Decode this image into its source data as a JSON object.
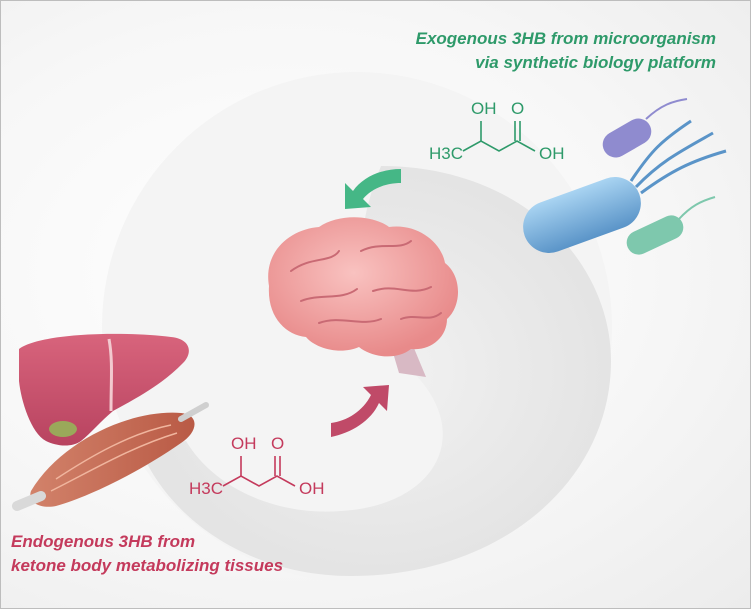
{
  "exogenous": {
    "line1": "Exogenous 3HB from microorganism",
    "line2": "via synthetic biology platform",
    "color": "#2e9a6a"
  },
  "endogenous": {
    "line1": "Endogenous 3HB from",
    "line2": "ketone body metabolizing tissues",
    "color": "#c43a5c"
  },
  "molecule_top": {
    "oh": "OH",
    "o": "O",
    "ch3": "H3C",
    "acid_oh": "OH"
  },
  "molecule_bottom": {
    "oh": "OH",
    "o": "O",
    "ch3": "H3C",
    "acid_oh": "OH"
  },
  "icons": [
    "brain-icon",
    "liver-icon",
    "muscle-icon",
    "bacteria-icon",
    "arrow-icon"
  ]
}
